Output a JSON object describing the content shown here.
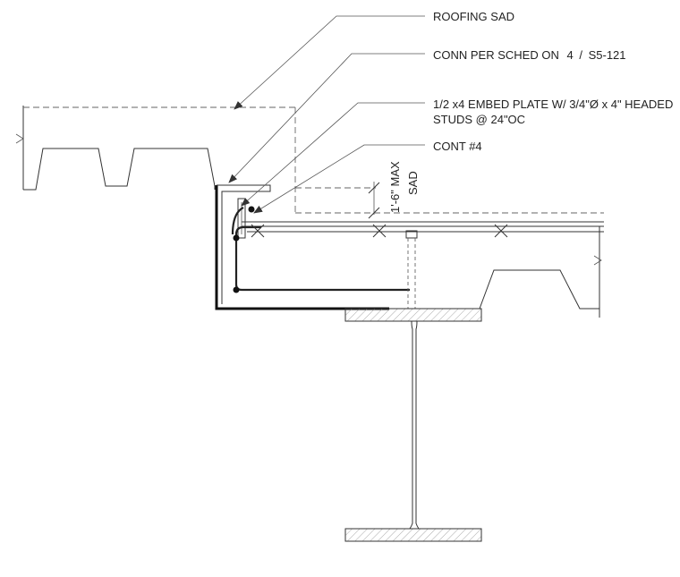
{
  "callouts": {
    "roofing_sad": "ROOFING SAD",
    "conn_per_sched_prefix": "CONN PER SCHED ON",
    "conn_detail_no": "4",
    "conn_sheet": "S5-121",
    "embed_plate_line1": "1/2 x4 EMBED PLATE W/ 3/4\"Ø x 4\" HEADED",
    "embed_plate_line2": "STUDS @ 24\"OC",
    "cont_bar": "CONT #4"
  },
  "dimension": {
    "value": "1'-6\" MAX",
    "note": "SAD"
  }
}
